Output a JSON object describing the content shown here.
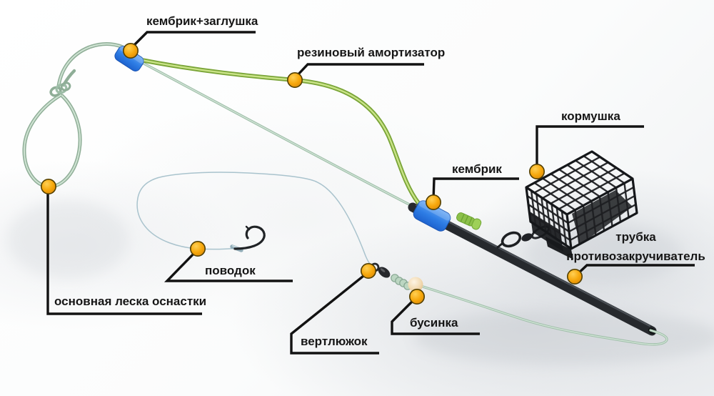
{
  "diagram": {
    "labels": {
      "cap": "кембрик+заглушка",
      "shock_absorber": "резиновый амортизатор",
      "feeder": "кормушка",
      "sleeve": "кембрик",
      "anti_twist_line1": "трубка",
      "anti_twist_line2": "противозакручиватель",
      "leader": "поводок",
      "main_line": "основная леска оснастки",
      "swivel": "вертлюжок",
      "bead": "бусинка"
    },
    "colors": {
      "marker_orange": "#f2a60d",
      "rubber_green": "#a2cc52",
      "line_sage": "#b5d0bb",
      "leader_gray": "#a9c3cd",
      "sleeve_blue": "#2e7de5",
      "tube_black": "#26292d",
      "bead_cream": "#f2d9b0",
      "callout_black": "#121212",
      "text": "#161616"
    }
  }
}
